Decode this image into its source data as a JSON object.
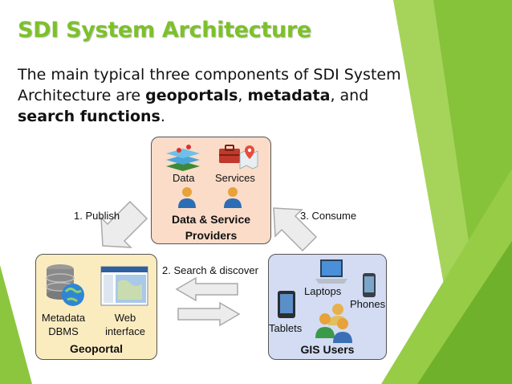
{
  "slide": {
    "title": "SDI System Architecture",
    "intro": {
      "part1": "The main typical three components of SDI System Architecture are ",
      "em1": "geoportals",
      "sep1": ", ",
      "em2": "metadata",
      "sep2": ", and ",
      "em3": "search functions",
      "end": "."
    }
  },
  "providers": {
    "data_label": "Data",
    "services_label": "Services",
    "title_line1": "Data & Service",
    "title_line2": "Providers"
  },
  "geoportal": {
    "metadata_line1": "Metadata",
    "metadata_line2": "DBMS",
    "web_line1": "Web",
    "web_line2": "interface",
    "title": "Geoportal"
  },
  "gis_users": {
    "laptops_label": "Laptops",
    "phones_label": "Phones",
    "tablets_label": "Tablets",
    "title": "GIS Users"
  },
  "flows": {
    "publish": "1. Publish",
    "search": "2. Search & discover",
    "consume": "3. Consume"
  },
  "colors": {
    "title_green": "#7dc12a",
    "providers_fill": "#fbdcc8",
    "geoportal_fill": "#fbecc0",
    "gis_users_fill": "#d3dcf2",
    "arrow_fill": "#ececec",
    "arrow_stroke": "#a9a9a9"
  }
}
